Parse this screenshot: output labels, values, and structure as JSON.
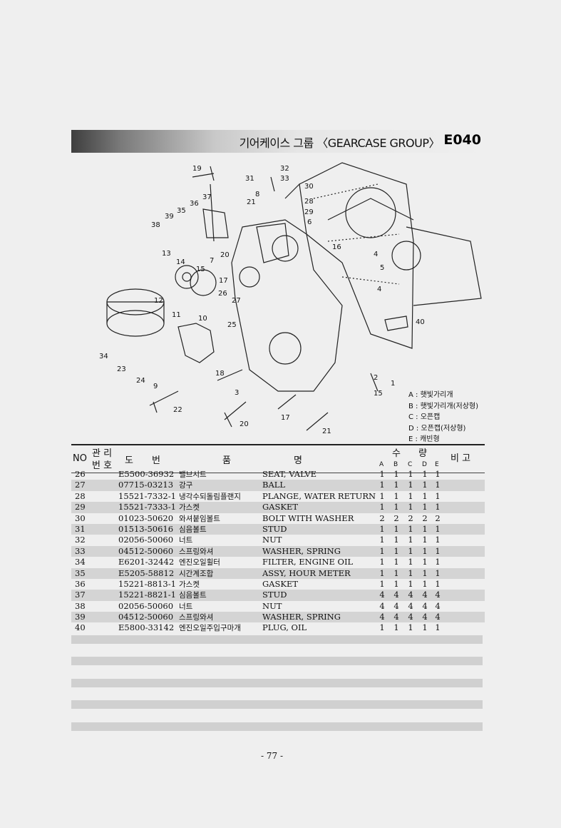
{
  "header": {
    "title": "기어케이스 그룹 〈GEARCASE GROUP〉",
    "code": "E040"
  },
  "diagram": {
    "callouts": [
      "19",
      "32",
      "33",
      "31",
      "30",
      "8",
      "37",
      "36",
      "21",
      "28",
      "29",
      "35",
      "39",
      "6",
      "38",
      "16",
      "13",
      "14",
      "20",
      "7",
      "4",
      "15",
      "5",
      "17",
      "12",
      "26",
      "27",
      "4",
      "11",
      "10",
      "25",
      "40",
      "34",
      "23",
      "24",
      "18",
      "2",
      "3",
      "9",
      "1",
      "15",
      "22",
      "17",
      "20",
      "21"
    ]
  },
  "legend": [
    "A : 햇빛가리개",
    "B : 햇빛가리개(저상형)",
    "C : 오픈캡",
    "D : 오픈캡(저상형)",
    "E : 캐빈형"
  ],
  "table": {
    "headers": {
      "no": "NO",
      "mgmt_top": "관 리",
      "mgmt_bottom": "번 호",
      "drawing_1": "도",
      "drawing_2": "번",
      "name_1": "품",
      "name_2": "명",
      "qty_1": "수",
      "qty_2": "량",
      "qty_cols": [
        "A",
        "B",
        "C",
        "D",
        "E"
      ],
      "remarks": "비 고"
    },
    "rows": [
      {
        "no": "26",
        "part": "E5500-36932",
        "kr": "밸브시트",
        "en": "SEAT, VALVE",
        "q": [
          "1",
          "1",
          "1",
          "1",
          "1"
        ]
      },
      {
        "no": "27",
        "part": "07715-03213",
        "kr": "강구",
        "en": "BALL",
        "q": [
          "1",
          "1",
          "1",
          "1",
          "1"
        ]
      },
      {
        "no": "28",
        "part": "15521-7332-1",
        "kr": "냉각수되돌림플랜지",
        "en": "PLANGE, WATER RETURN",
        "q": [
          "1",
          "1",
          "1",
          "1",
          "1"
        ]
      },
      {
        "no": "29",
        "part": "15521-7333-1",
        "kr": "가스켓",
        "en": "GASKET",
        "q": [
          "1",
          "1",
          "1",
          "1",
          "1"
        ]
      },
      {
        "no": "30",
        "part": "01023-50620",
        "kr": "와셔붙임볼트",
        "en": "BOLT WITH WASHER",
        "q": [
          "2",
          "2",
          "2",
          "2",
          "2"
        ]
      },
      {
        "no": "31",
        "part": "01513-50616",
        "kr": "심음볼트",
        "en": "STUD",
        "q": [
          "1",
          "1",
          "1",
          "1",
          "1"
        ]
      },
      {
        "no": "32",
        "part": "02056-50060",
        "kr": "너트",
        "en": "NUT",
        "q": [
          "1",
          "1",
          "1",
          "1",
          "1"
        ]
      },
      {
        "no": "33",
        "part": "04512-50060",
        "kr": "스프링와셔",
        "en": "WASHER, SPRING",
        "q": [
          "1",
          "1",
          "1",
          "1",
          "1"
        ]
      },
      {
        "no": "34",
        "part": "E6201-32442",
        "kr": "엔진오일휠터",
        "en": "FILTER, ENGINE OIL",
        "q": [
          "1",
          "1",
          "1",
          "1",
          "1"
        ]
      },
      {
        "no": "35",
        "part": "E5205-58812",
        "kr": "시간계조합",
        "en": "ASSY, HOUR METER",
        "q": [
          "1",
          "1",
          "1",
          "1",
          "1"
        ]
      },
      {
        "no": "36",
        "part": "15221-8813-1",
        "kr": "가스켓",
        "en": "GASKET",
        "q": [
          "1",
          "1",
          "1",
          "1",
          "1"
        ]
      },
      {
        "no": "37",
        "part": "15221-8821-1",
        "kr": "심음볼트",
        "en": "STUD",
        "q": [
          "4",
          "4",
          "4",
          "4",
          "4"
        ]
      },
      {
        "no": "38",
        "part": "02056-50060",
        "kr": "너트",
        "en": "NUT",
        "q": [
          "4",
          "4",
          "4",
          "4",
          "4"
        ]
      },
      {
        "no": "39",
        "part": "04512-50060",
        "kr": "스프링와셔",
        "en": "WASHER, SPRING",
        "q": [
          "4",
          "4",
          "4",
          "4",
          "4"
        ]
      },
      {
        "no": "40",
        "part": "E5800-33142",
        "kr": "엔진오일주입구마개",
        "en": "PLUG, OIL",
        "q": [
          "1",
          "1",
          "1",
          "1",
          "1"
        ]
      }
    ]
  },
  "page_number": "- 77 -"
}
